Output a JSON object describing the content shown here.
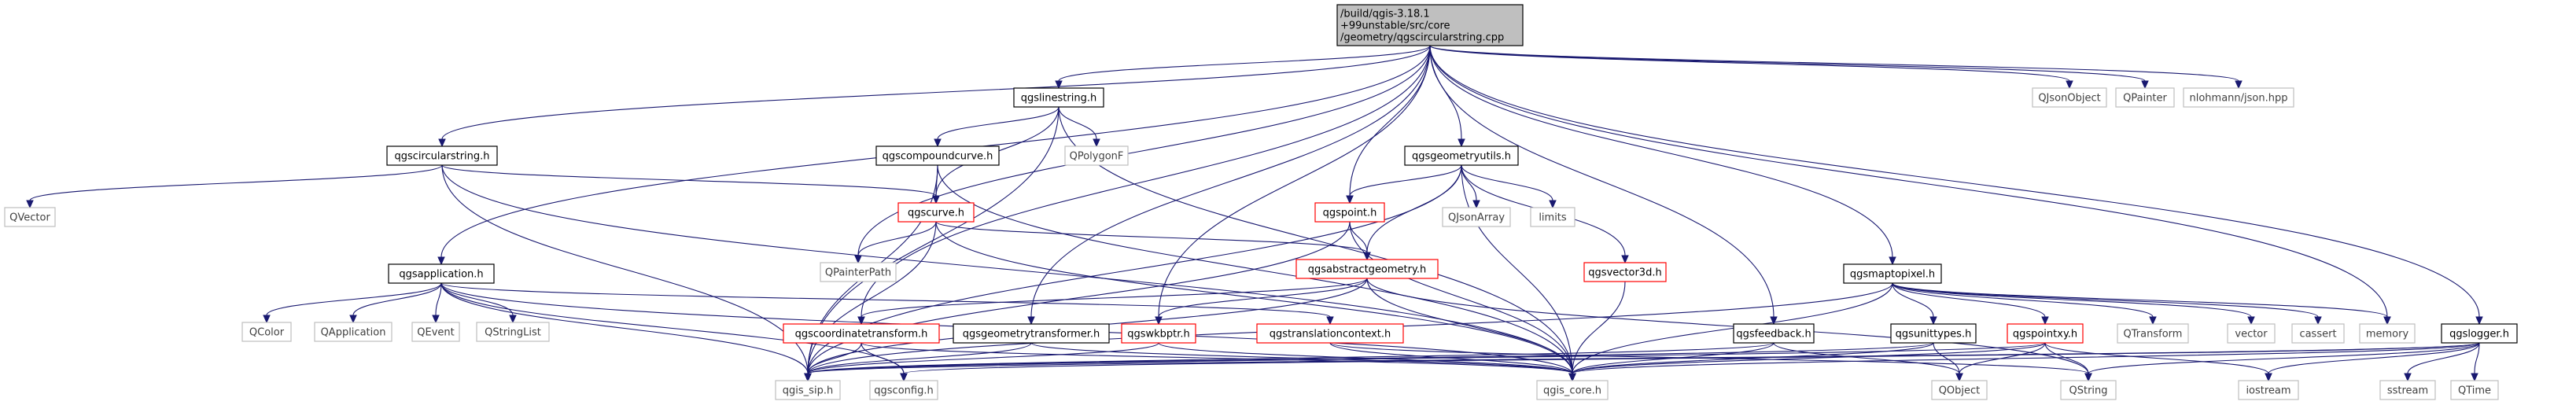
{
  "colors": {
    "edge": "#191970",
    "center_fill": "#bfbfbf",
    "warn_border": "#ff0000",
    "leaf_border": "#bfbfbf"
  },
  "nodes": [
    {
      "id": "main",
      "kind": "center",
      "lines": [
        "/build/qgis-3.18.1",
        "+99unstable/src/core",
        "/geometry/qgscircularstring.cpp"
      ]
    },
    {
      "id": "qgslinestring",
      "kind": "plain",
      "lines": [
        "qgslinestring.h"
      ]
    },
    {
      "id": "qjsonobject",
      "kind": "leaf",
      "lines": [
        "QJsonObject"
      ]
    },
    {
      "id": "qpainter",
      "kind": "leaf",
      "lines": [
        "QPainter"
      ]
    },
    {
      "id": "nlohmann",
      "kind": "leaf",
      "lines": [
        "nlohmann/json.hpp"
      ]
    },
    {
      "id": "qgscircularstring",
      "kind": "plain",
      "lines": [
        "qgscircularstring.h"
      ]
    },
    {
      "id": "qgscompoundcurve",
      "kind": "plain",
      "lines": [
        "qgscompoundcurve.h"
      ]
    },
    {
      "id": "qpolygonf",
      "kind": "leaf",
      "lines": [
        "QPolygonF"
      ]
    },
    {
      "id": "qgsgeometryutils",
      "kind": "plain",
      "lines": [
        "qgsgeometryutils.h"
      ]
    },
    {
      "id": "qvector",
      "kind": "leaf",
      "lines": [
        "QVector"
      ]
    },
    {
      "id": "qgscurve",
      "kind": "warn",
      "lines": [
        "qgscurve.h"
      ]
    },
    {
      "id": "qgspoint",
      "kind": "warn",
      "lines": [
        "qgspoint.h"
      ]
    },
    {
      "id": "qjsonarray",
      "kind": "leaf",
      "lines": [
        "QJsonArray"
      ]
    },
    {
      "id": "limits",
      "kind": "leaf",
      "lines": [
        "limits"
      ]
    },
    {
      "id": "qpainterpath",
      "kind": "leaf",
      "lines": [
        "QPainterPath"
      ]
    },
    {
      "id": "qgsabstractgeometry",
      "kind": "warn",
      "lines": [
        "qgsabstractgeometry.h"
      ]
    },
    {
      "id": "qgsvector3d",
      "kind": "warn",
      "lines": [
        "qgsvector3d.h"
      ]
    },
    {
      "id": "qgsapplication",
      "kind": "plain",
      "lines": [
        "qgsapplication.h"
      ]
    },
    {
      "id": "qgsmaptopixel",
      "kind": "plain",
      "lines": [
        "qgsmaptopixel.h"
      ]
    },
    {
      "id": "qcolor",
      "kind": "leaf",
      "lines": [
        "QColor"
      ]
    },
    {
      "id": "qapplication",
      "kind": "leaf",
      "lines": [
        "QApplication"
      ]
    },
    {
      "id": "qevent",
      "kind": "leaf",
      "lines": [
        "QEvent"
      ]
    },
    {
      "id": "qstringlist",
      "kind": "leaf",
      "lines": [
        "QStringList"
      ]
    },
    {
      "id": "qgscoordinatetransform",
      "kind": "warn",
      "lines": [
        "qgscoordinatetransform.h"
      ]
    },
    {
      "id": "qgsgeometrytransformer",
      "kind": "plain",
      "lines": [
        "qgsgeometrytransformer.h"
      ]
    },
    {
      "id": "qgswkbptr",
      "kind": "warn",
      "lines": [
        "qgswkbptr.h"
      ]
    },
    {
      "id": "qgstranslationcontext",
      "kind": "warn",
      "lines": [
        "qgstranslationcontext.h"
      ]
    },
    {
      "id": "qgsfeedback",
      "kind": "plain",
      "lines": [
        "qgsfeedback.h"
      ]
    },
    {
      "id": "qgsunittypes",
      "kind": "plain",
      "lines": [
        "qgsunittypes.h"
      ]
    },
    {
      "id": "qgspointxy",
      "kind": "warn",
      "lines": [
        "qgspointxy.h"
      ]
    },
    {
      "id": "qtransform",
      "kind": "leaf",
      "lines": [
        "QTransform"
      ]
    },
    {
      "id": "vector",
      "kind": "leaf",
      "lines": [
        "vector"
      ]
    },
    {
      "id": "cassert",
      "kind": "leaf",
      "lines": [
        "cassert"
      ]
    },
    {
      "id": "memory",
      "kind": "leaf",
      "lines": [
        "memory"
      ]
    },
    {
      "id": "qgslogger",
      "kind": "plain",
      "lines": [
        "qgslogger.h"
      ]
    },
    {
      "id": "qgis_sip",
      "kind": "leaf",
      "lines": [
        "qgis_sip.h"
      ]
    },
    {
      "id": "qgsconfig",
      "kind": "leaf",
      "lines": [
        "qgsconfig.h"
      ]
    },
    {
      "id": "qgis_core",
      "kind": "leaf",
      "lines": [
        "qgis_core.h"
      ]
    },
    {
      "id": "qobject",
      "kind": "leaf",
      "lines": [
        "QObject"
      ]
    },
    {
      "id": "qstring",
      "kind": "leaf",
      "lines": [
        "QString"
      ]
    },
    {
      "id": "iostream",
      "kind": "leaf",
      "lines": [
        "iostream"
      ]
    },
    {
      "id": "sstream",
      "kind": "leaf",
      "lines": [
        "sstream"
      ]
    },
    {
      "id": "qtime",
      "kind": "leaf",
      "lines": [
        "QTime"
      ]
    }
  ],
  "edges": [
    [
      "main",
      "qgslinestring"
    ],
    [
      "main",
      "qjsonobject"
    ],
    [
      "main",
      "qpainter"
    ],
    [
      "main",
      "nlohmann"
    ],
    [
      "main",
      "qgscircularstring"
    ],
    [
      "main",
      "qgsgeometryutils"
    ],
    [
      "main",
      "qgsapplication"
    ],
    [
      "main",
      "qgsmaptopixel"
    ],
    [
      "main",
      "qgspoint"
    ],
    [
      "main",
      "qgscoordinatetransform"
    ],
    [
      "main",
      "qgsgeometrytransformer"
    ],
    [
      "main",
      "qgswkbptr"
    ],
    [
      "main",
      "qgsfeedback"
    ],
    [
      "main",
      "qgslogger"
    ],
    [
      "main",
      "qpainterpath"
    ],
    [
      "main",
      "memory"
    ],
    [
      "qgslinestring",
      "qgscompoundcurve"
    ],
    [
      "qgslinestring",
      "qpolygonf"
    ],
    [
      "qgslinestring",
      "qgscurve"
    ],
    [
      "qgslinestring",
      "qgis_core"
    ],
    [
      "qgslinestring",
      "qgis_sip"
    ],
    [
      "qgscircularstring",
      "qvector"
    ],
    [
      "qgscircularstring",
      "qgscurve"
    ],
    [
      "qgscircularstring",
      "qgis_core"
    ],
    [
      "qgscircularstring",
      "qgis_sip"
    ],
    [
      "qgscompoundcurve",
      "qgscurve"
    ],
    [
      "qgscompoundcurve",
      "qgis_core"
    ],
    [
      "qgscompoundcurve",
      "qgis_sip"
    ],
    [
      "qgscurve",
      "qgsabstractgeometry"
    ],
    [
      "qgscurve",
      "qpainterpath"
    ],
    [
      "qgscurve",
      "qgis_core"
    ],
    [
      "qgscurve",
      "qgis_sip"
    ],
    [
      "qgsgeometryutils",
      "qgspoint"
    ],
    [
      "qgsgeometryutils",
      "qjsonarray"
    ],
    [
      "qgsgeometryutils",
      "limits"
    ],
    [
      "qgsgeometryutils",
      "qgsvector3d"
    ],
    [
      "qgsgeometryutils",
      "qgsabstractgeometry"
    ],
    [
      "qgsgeometryutils",
      "qgis_core"
    ],
    [
      "qgsgeometryutils",
      "qgis_sip"
    ],
    [
      "qgspoint",
      "qgsabstractgeometry"
    ],
    [
      "qgspoint",
      "qgis_core"
    ],
    [
      "qgspoint",
      "qgis_sip"
    ],
    [
      "qgsabstractgeometry",
      "qgscoordinatetransform"
    ],
    [
      "qgsabstractgeometry",
      "qgswkbptr"
    ],
    [
      "qgsabstractgeometry",
      "qgis_core"
    ],
    [
      "qgsabstractgeometry",
      "qgis_sip"
    ],
    [
      "qgsabstractgeometry",
      "qstring"
    ],
    [
      "qgsvector3d",
      "qgis_core"
    ],
    [
      "qgsapplication",
      "qcolor"
    ],
    [
      "qgsapplication",
      "qapplication"
    ],
    [
      "qgsapplication",
      "qevent"
    ],
    [
      "qgsapplication",
      "qstringlist"
    ],
    [
      "qgsapplication",
      "qgstranslationcontext"
    ],
    [
      "qgsapplication",
      "qgis_core"
    ],
    [
      "qgsapplication",
      "qgis_sip"
    ],
    [
      "qgsapplication",
      "qgsconfig"
    ],
    [
      "qgscoordinatetransform",
      "qgis_sip"
    ],
    [
      "qgscoordinatetransform",
      "qgsconfig"
    ],
    [
      "qgscoordinatetransform",
      "qgis_core"
    ],
    [
      "qgsgeometrytransformer",
      "qgis_sip"
    ],
    [
      "qgsgeometrytransformer",
      "qgis_core"
    ],
    [
      "qgswkbptr",
      "qgis_sip"
    ],
    [
      "qgswkbptr",
      "qgis_core"
    ],
    [
      "qgstranslationcontext",
      "qgis_core"
    ],
    [
      "qgstranslationcontext",
      "qstring"
    ],
    [
      "qgsfeedback",
      "qobject"
    ],
    [
      "qgsfeedback",
      "qgis_core"
    ],
    [
      "qgsfeedback",
      "qgis_sip"
    ],
    [
      "qgsmaptopixel",
      "qgsunittypes"
    ],
    [
      "qgsmaptopixel",
      "qgspointxy"
    ],
    [
      "qgsmaptopixel",
      "qtransform"
    ],
    [
      "qgsmaptopixel",
      "vector"
    ],
    [
      "qgsmaptopixel",
      "cassert"
    ],
    [
      "qgsmaptopixel",
      "memory"
    ],
    [
      "qgsmaptopixel",
      "qgis_core"
    ],
    [
      "qgsmaptopixel",
      "qgis_sip"
    ],
    [
      "qgsunittypes",
      "qobject"
    ],
    [
      "qgsunittypes",
      "qgis_core"
    ],
    [
      "qgsunittypes",
      "qgis_sip"
    ],
    [
      "qgspointxy",
      "qobject"
    ],
    [
      "qgspointxy",
      "qstring"
    ],
    [
      "qgspointxy",
      "iostream"
    ],
    [
      "qgspointxy",
      "qgis_core"
    ],
    [
      "qgspointxy",
      "qgis_sip"
    ],
    [
      "qgslogger",
      "iostream"
    ],
    [
      "qgslogger",
      "sstream"
    ],
    [
      "qgslogger",
      "qtime"
    ],
    [
      "qgslogger",
      "qstring"
    ],
    [
      "qgslogger",
      "qgis_core"
    ],
    [
      "qgslogger",
      "qgis_sip"
    ],
    [
      "qgslogger",
      "qgsconfig"
    ]
  ]
}
